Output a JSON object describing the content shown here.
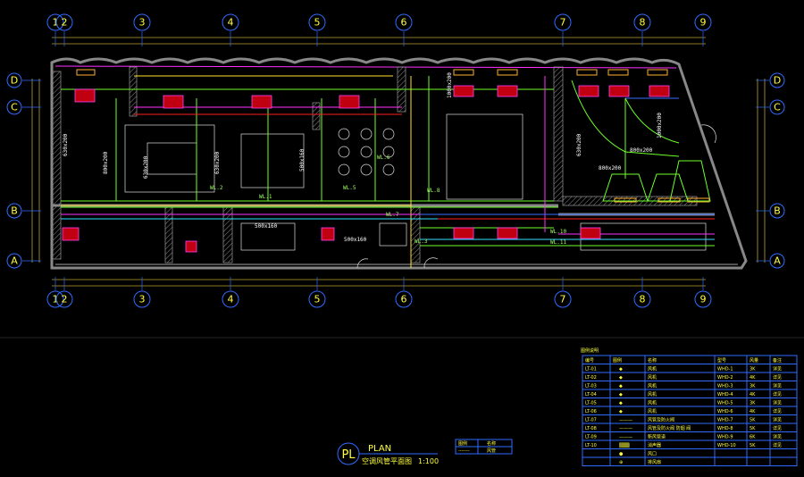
{
  "grid": {
    "columns": [
      "1",
      "2",
      "3",
      "4",
      "5",
      "6",
      "7",
      "8",
      "9"
    ],
    "rows": [
      "D",
      "C",
      "B",
      "A"
    ]
  },
  "duct_labels": [
    "630x200",
    "500x160",
    "800x200",
    "630x200",
    "500x160",
    "1000x200",
    "800x200",
    "630x200",
    "500x160",
    "630x200",
    "800x200",
    "1000x200"
  ],
  "wl_labels": [
    "WL.1",
    "WL.2",
    "WL.3",
    "WL.5",
    "WL.6",
    "WL.7",
    "WL.8",
    "WL.10",
    "WL.11"
  ],
  "title_block": {
    "symbol": "PL",
    "title": "PLAN",
    "subtitle": "空调风管平面图",
    "scale": "1:100"
  },
  "small_legend": {
    "rows": [
      [
        "图例",
        "名称"
      ],
      [
        "-------",
        "风管"
      ]
    ]
  },
  "legend": {
    "title": "图例说明",
    "headers": [
      "编号",
      "图例",
      "名称",
      "型号",
      "风量",
      "备注"
    ],
    "rows": [
      [
        "LT-01",
        "◆",
        "风机",
        "WHD-1",
        "3K",
        "详见"
      ],
      [
        "LT-02",
        "◆",
        "风机",
        "WHD-2",
        "4K",
        "详见"
      ],
      [
        "LT-03",
        "◆",
        "风机",
        "WHD-3",
        "3K",
        "详见"
      ],
      [
        "LT-04",
        "◆",
        "风机",
        "WHD-4",
        "4K",
        "详见"
      ],
      [
        "LT-05",
        "◆",
        "风机",
        "WHD-5",
        "3K",
        "详见"
      ],
      [
        "LT-06",
        "◆",
        "风机",
        "WHD-6",
        "4K",
        "详见"
      ],
      [
        "LT-07",
        "———",
        "风管及防火阀",
        "WHD-7",
        "5K",
        "详见"
      ],
      [
        "LT-08",
        "———",
        "风管及防火阀 防烟 阀",
        "WHD-8",
        "5K",
        "详见"
      ],
      [
        "LT-09",
        "———",
        "新风管道",
        "WHD-9",
        "6K",
        "详见"
      ],
      [
        "LT-10",
        "▒▒▒",
        "消声器",
        "WHD-10",
        "5K",
        "详见"
      ],
      [
        "",
        "●",
        "风口",
        "",
        " ",
        ""
      ],
      [
        "",
        "⊕",
        "排风扇",
        "",
        "",
        ""
      ]
    ]
  }
}
